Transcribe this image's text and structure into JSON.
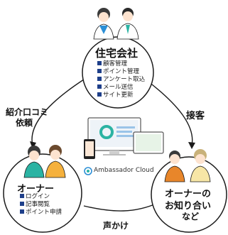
{
  "nodes": {
    "company": {
      "title": "住宅会社",
      "items": [
        "顧客管理",
        "ポイント管理",
        "アンケート取込",
        "メール送信",
        "サイト更新"
      ]
    },
    "owner": {
      "title": "オーナー",
      "items": [
        "ログイン",
        "記事閲覧",
        "ポイント申請"
      ]
    },
    "acquaintance": {
      "title_line1": "オーナーの",
      "title_line2": "お知り合い",
      "title_line3": "など"
    }
  },
  "edges": {
    "referral_line1": "紹介口コミ",
    "referral_line2": "依頼",
    "service": "接客",
    "invite": "声かけ"
  },
  "brand": {
    "name": "Ambassador Cloud"
  },
  "colors": {
    "bullet": "#1e3f8a",
    "circle_stroke": "#1a1a1a",
    "accent_orange": "#e8862a",
    "accent_blue": "#2c8fd6",
    "accent_teal": "#2bb3a3"
  }
}
